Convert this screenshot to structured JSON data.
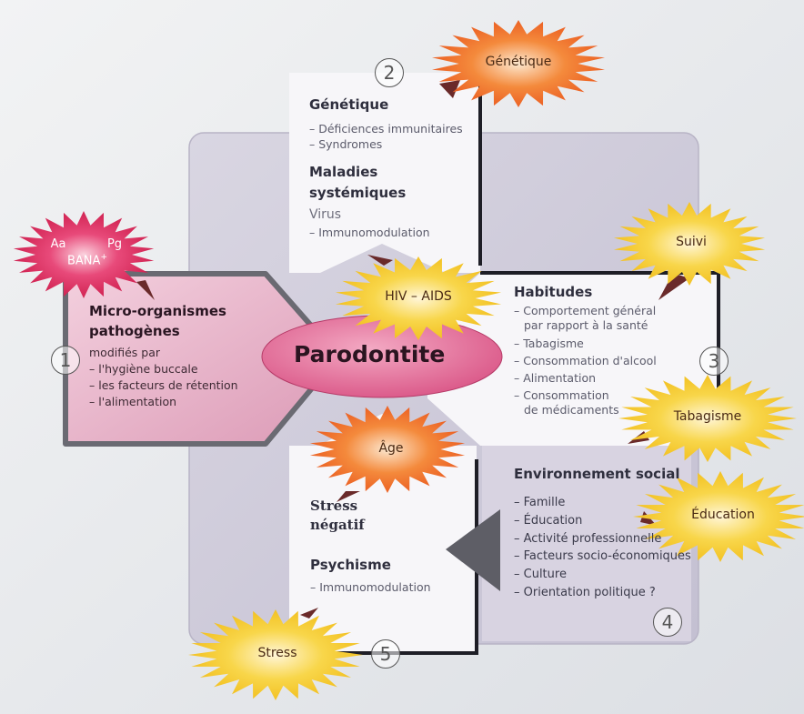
{
  "title": "Parodontite",
  "sections": {
    "genetique": {
      "number": "2",
      "heading": "Génétique",
      "items": [
        "– Déficiences immunitaires",
        "– Syndromes"
      ],
      "heading2_line1": "Maladies",
      "heading2_line2": "systémiques",
      "virus": "Virus",
      "virus_item": "– Immunomodulation"
    },
    "micro": {
      "number": "1",
      "heading_line1": "Micro-organismes",
      "heading_line2": "pathogènes",
      "intro": "modifiés par",
      "items": [
        "– l'hygiène buccale",
        "– les facteurs de rétention",
        "– l'alimentation"
      ]
    },
    "habitudes": {
      "number": "3",
      "heading": "Habitudes",
      "items": [
        "– Comportement général",
        "par rapport à la santé",
        "– Tabagisme",
        "– Consommation d'alcool",
        "– Alimentation",
        "– Consommation",
        "de médicaments"
      ]
    },
    "environnement": {
      "number": "4",
      "heading": "Environnement social",
      "items": [
        "– Famille",
        "– Éducation",
        "– Activité professionnelle",
        "– Facteurs socio-économiques",
        "– Culture",
        "– Orientation politique ?"
      ]
    },
    "stress": {
      "number": "5",
      "heading_line1": "Stress",
      "heading_line2": "négatif",
      "heading2": "Psychisme",
      "item": "– Immunomodulation"
    }
  },
  "bursts": {
    "genetique": "Génétique",
    "suivi": "Suivi",
    "hiv": "HIV – AIDS",
    "tabagisme": "Tabagisme",
    "education": "Éducation",
    "age": "Âge",
    "stress": "Stress",
    "bacteria_aa": "Aa",
    "bacteria_pg": "Pg",
    "bacteria_bana": "BANA",
    "bacteria_bana_sup": "+"
  },
  "colors": {
    "pink_panel": "#e9b3c9",
    "center_ellipse": "#e0608d",
    "yellow_burst": "#f5c319",
    "orange_burst": "#f0621a",
    "red_burst": "#d8224f",
    "frame": "#c9c6d6"
  }
}
